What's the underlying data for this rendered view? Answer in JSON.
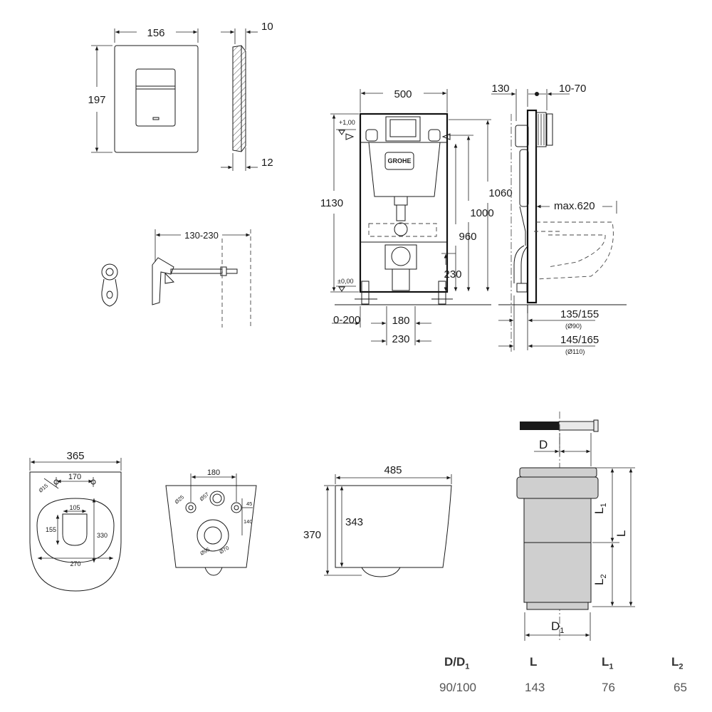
{
  "flush_plate": {
    "width": "156",
    "height": "197",
    "thickness_outer": "10",
    "thickness_inner": "12"
  },
  "anchor": {
    "range": "130-230"
  },
  "frame": {
    "width": "500",
    "height": "1130",
    "level_top": "+1,00",
    "level_zero": "±0,00",
    "h1060": "1060",
    "h1000": "1000",
    "h960": "960",
    "h230": "230",
    "bottom_range": "0-200",
    "bottom_180": "180",
    "bottom_230": "230",
    "brand": "GROHE"
  },
  "side_view": {
    "depth_130": "130",
    "depth_range": "10-70",
    "max_label": "max.620",
    "pipe_90": "135/155",
    "pipe_90_sub": "(Ø90)",
    "pipe_110": "145/165",
    "pipe_110_sub": "(Ø110)"
  },
  "bowl_top": {
    "width": "365",
    "holes_spacing": "170",
    "hole_dia": "Ø15",
    "inner_width": "105",
    "inner_depth": "155",
    "seat_span": "270",
    "depth": "330"
  },
  "bowl_back": {
    "spacing": "180",
    "dia_25": "Ø25",
    "dia_57": "Ø57",
    "offset_45": "45",
    "offset_140": "140",
    "dia_outlet": "Ø95",
    "dia_small": "Ø70"
  },
  "bowl_side": {
    "length": "485",
    "height_outer": "370",
    "height_inner": "343"
  },
  "pipe": {
    "label_D": "D",
    "label_D1": "D",
    "label_D1_sub": "1",
    "label_L": "L",
    "label_L1": "L",
    "label_L1_sub": "1",
    "label_L2": "L",
    "label_L2_sub": "2"
  },
  "table": {
    "headers": [
      {
        "main": "D/D",
        "sub": "1"
      },
      {
        "main": "L",
        "sub": ""
      },
      {
        "main": "L",
        "sub": "1"
      },
      {
        "main": "L",
        "sub": "2"
      }
    ],
    "values": [
      "90/100",
      "143",
      "76",
      "65"
    ]
  }
}
